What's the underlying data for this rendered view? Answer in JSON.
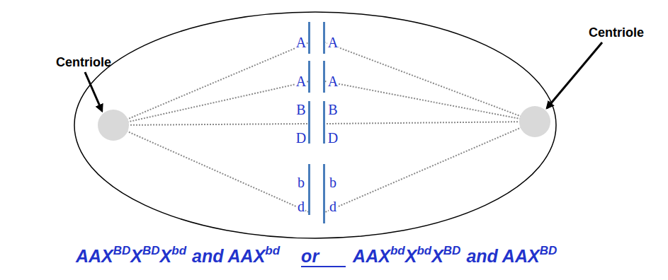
{
  "diagram": {
    "labels": [
      "Centriole",
      "Centriole",
      "A",
      "A",
      "A",
      "A",
      "B",
      "B",
      "D",
      "D",
      "b",
      "b",
      "d",
      "d",
      "AAX",
      "BD",
      "X",
      "BD",
      "X",
      "bd",
      "and AAX",
      "bd",
      "or",
      "AAX",
      "bd",
      "X",
      "bd",
      "X",
      "BD",
      "and AAX",
      "BD"
    ]
  }
}
